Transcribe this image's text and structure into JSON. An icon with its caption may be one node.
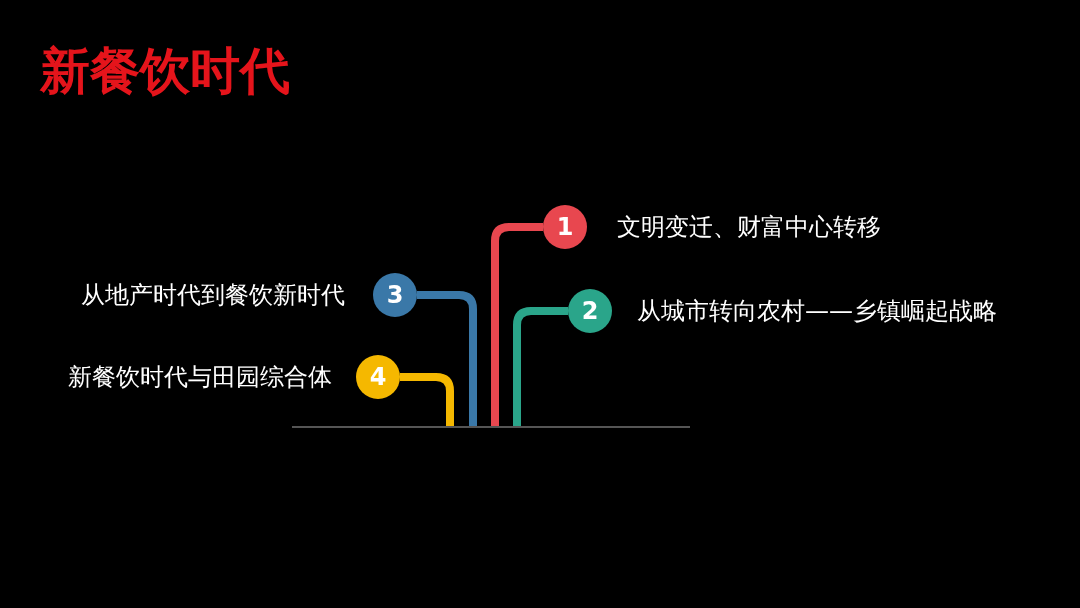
{
  "diagram": {
    "title": "新餐饮时代",
    "nodes": [
      {
        "text": [
          "1"
        ],
        "beside": [
          "文明变迁、财富中心转移"
        ]
      },
      {
        "text": [
          "3"
        ],
        "beside": [
          "从地产时代到餐饮新时代"
        ]
      },
      {
        "text": [
          "2"
        ],
        "beside": [
          "从城市转向农村——乡镇崛起战略"
        ]
      },
      {
        "text": [
          "4"
        ],
        "beside": [
          "新餐饮时代与田园综合体"
        ]
      },
      {
        "text": [],
        "shape": "bar"
      }
    ],
    "edges": [
      {
        "from": 0,
        "to": 4,
        "arrow": "none",
        "color": "#e8474f"
      },
      {
        "from": 1,
        "to": 4,
        "arrow": "none",
        "color": "#3a78a8"
      },
      {
        "from": 2,
        "to": 4,
        "arrow": "none",
        "color": "#2aa58a"
      },
      {
        "from": 3,
        "to": 4,
        "arrow": "none",
        "color": "#f5b800"
      }
    ]
  }
}
